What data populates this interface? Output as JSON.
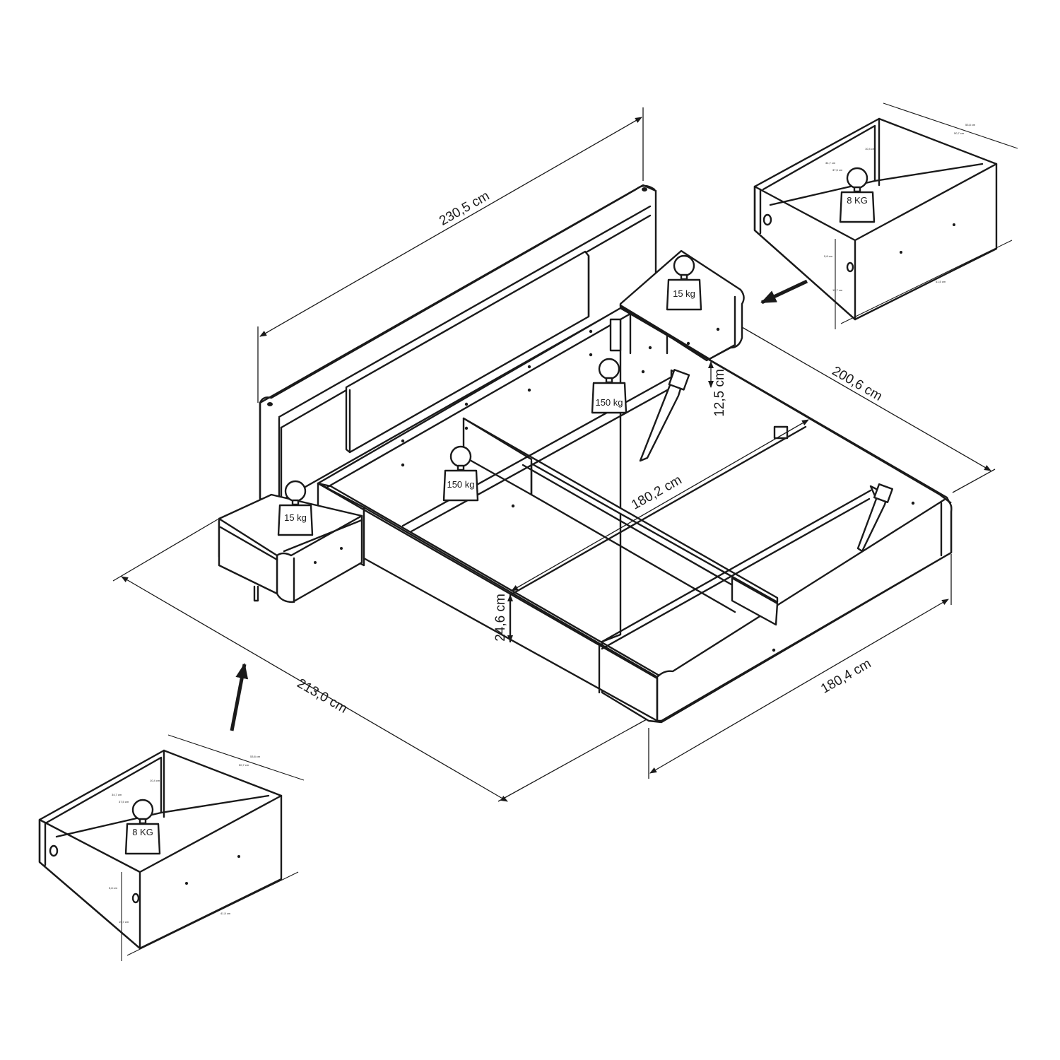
{
  "dimensions": {
    "headboard_width": "230,5 cm",
    "frame_length_side": "200,6 cm",
    "headboard_height_gap": "12,5 cm",
    "inner_width": "180,2 cm",
    "frame_height": "24,6 cm",
    "overall_length": "213,0 cm",
    "overall_width": "180,4 cm"
  },
  "weights": {
    "bed_center_rear": "150 kg",
    "bed_center_front": "150 kg",
    "nightstand_right": "15 kg",
    "nightstand_left": "15 kg",
    "drawer_top_right": "8 KG",
    "drawer_bottom_left": "8 KG"
  },
  "drawer_dims": [
    "53,8 cm",
    "50,7 cm",
    "34,7 cm",
    "37,5 cm",
    "10,4 cm",
    "5,8 cm",
    "19,7 cm",
    "41,5 cm"
  ]
}
